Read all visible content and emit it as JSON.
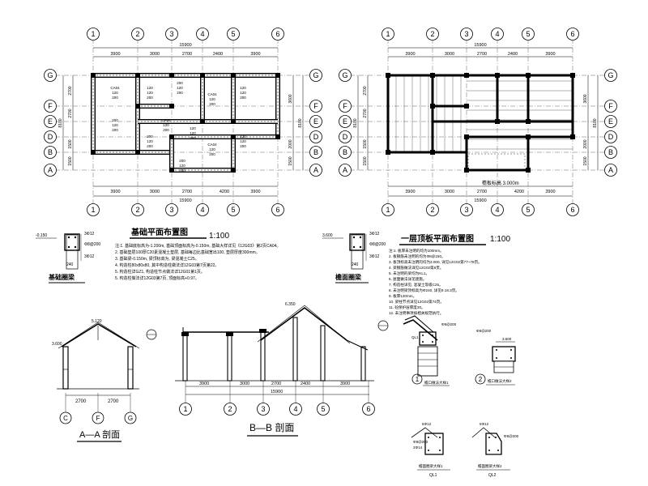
{
  "grid": {
    "axis_numbers": [
      "1",
      "2",
      "3",
      "4",
      "5",
      "6"
    ],
    "axis_letters": [
      "G",
      "F",
      "E",
      "D",
      "B",
      "A"
    ],
    "top_spans": [
      "3900",
      "3000",
      "2700",
      "2400",
      "3900"
    ],
    "bottom_spans": [
      "3900",
      "3000",
      "2700",
      "4200",
      "3900"
    ],
    "total": "15900",
    "left_dims": [
      "2700",
      "2700",
      "1500",
      "1500"
    ],
    "left_total": "8100",
    "right_dims": [
      "3600",
      "2000",
      "1500"
    ],
    "right_total": "8100"
  },
  "foundation_plan": {
    "title": "基础平面布置图",
    "scale": "1:100",
    "labels": [
      "CA04",
      "120",
      "200"
    ],
    "notes": [
      "注:1. 基础底标高为-1.200m, 基础顶面标高为-0.150m, 基础大样详见《12G03》第2页CA04。",
      "2. 基础垫层100厚C20素混凝土垫层, 基础每边比基础宽出100, 垫层厚度300mm。",
      "3. 基础梁-0.150m, 梁顶标高为, 梁混凝土C25。",
      "4. 构造柱80x80x80, 其中构造柱做法详12G03第7页第22。",
      "5. 构造柱详GZ1, 构造柱节点做法详12G01第1页。",
      "5. 构造柱做法详12G03第7页, 顶面标高+0.97。"
    ]
  },
  "first_floor_plan": {
    "title": "一层顶板平面布置图",
    "scale": "1:100",
    "elevation_label": "檐板标高 3.000m",
    "notes": [
      "注:1. 板厚未注明的均为100mm。",
      "2. 板钢筋未注明的均为Φ8@150。",
      "3. 板顶标高未注明的均为3.000, 详见12G02第77~78页。",
      "4. 梁钢筋做法详见12G02第8页。",
      "5. 未注明的梁均为KL1。",
      "6. 屋面做法详见建施。",
      "7. 构造柱详见, 混凝土等级C25。",
      "8. 未注明梁顶标高为Φ240, 详见9.18.3页。",
      "9. 板厚120mm。",
      "10. 梁柱节点详见12G02第74页。",
      "11. 砼保护层厚度30。",
      "12. 未注明事项按相关规范执行。"
    ]
  },
  "ring_beams": {
    "foundation_label": "基础圈梁",
    "roof_label": "檐面圈梁",
    "foundation_elev": "-0.150",
    "roof_elev": "3.600",
    "bars_top": "3Φ12",
    "bars_bottom": "3Φ12",
    "stirrup": "Φ8@200",
    "width": "240"
  },
  "section_aa": {
    "title": "A—A 剖面",
    "elev_top": "5.120",
    "elev_eave": "3.600",
    "spans": [
      "2700",
      "2700"
    ],
    "axes": [
      "C",
      "F",
      "G"
    ]
  },
  "section_bb": {
    "title": "B—B 剖面",
    "elev_top": "6.350",
    "spans": [
      "3900",
      "3000",
      "2700",
      "2400",
      "3900"
    ],
    "total": "15900",
    "axes": [
      "1",
      "2",
      "3",
      "4",
      "5",
      "6"
    ]
  },
  "details": {
    "d1_label": "檐口做法大样1",
    "d2_label": "檐口做法大样2",
    "ql1_label": "檐面圈梁大样1",
    "ql2_label": "檐面圈梁大样2",
    "ql1": "QL1",
    "ql2": "QL2",
    "num1": "1",
    "num2": "2",
    "bars1": "5Φ12",
    "bars2": "5Φ12",
    "stirrup": "Φ8@200",
    "extra": "Φ8@200",
    "level": "3.600",
    "rebar": "2Φ14"
  }
}
